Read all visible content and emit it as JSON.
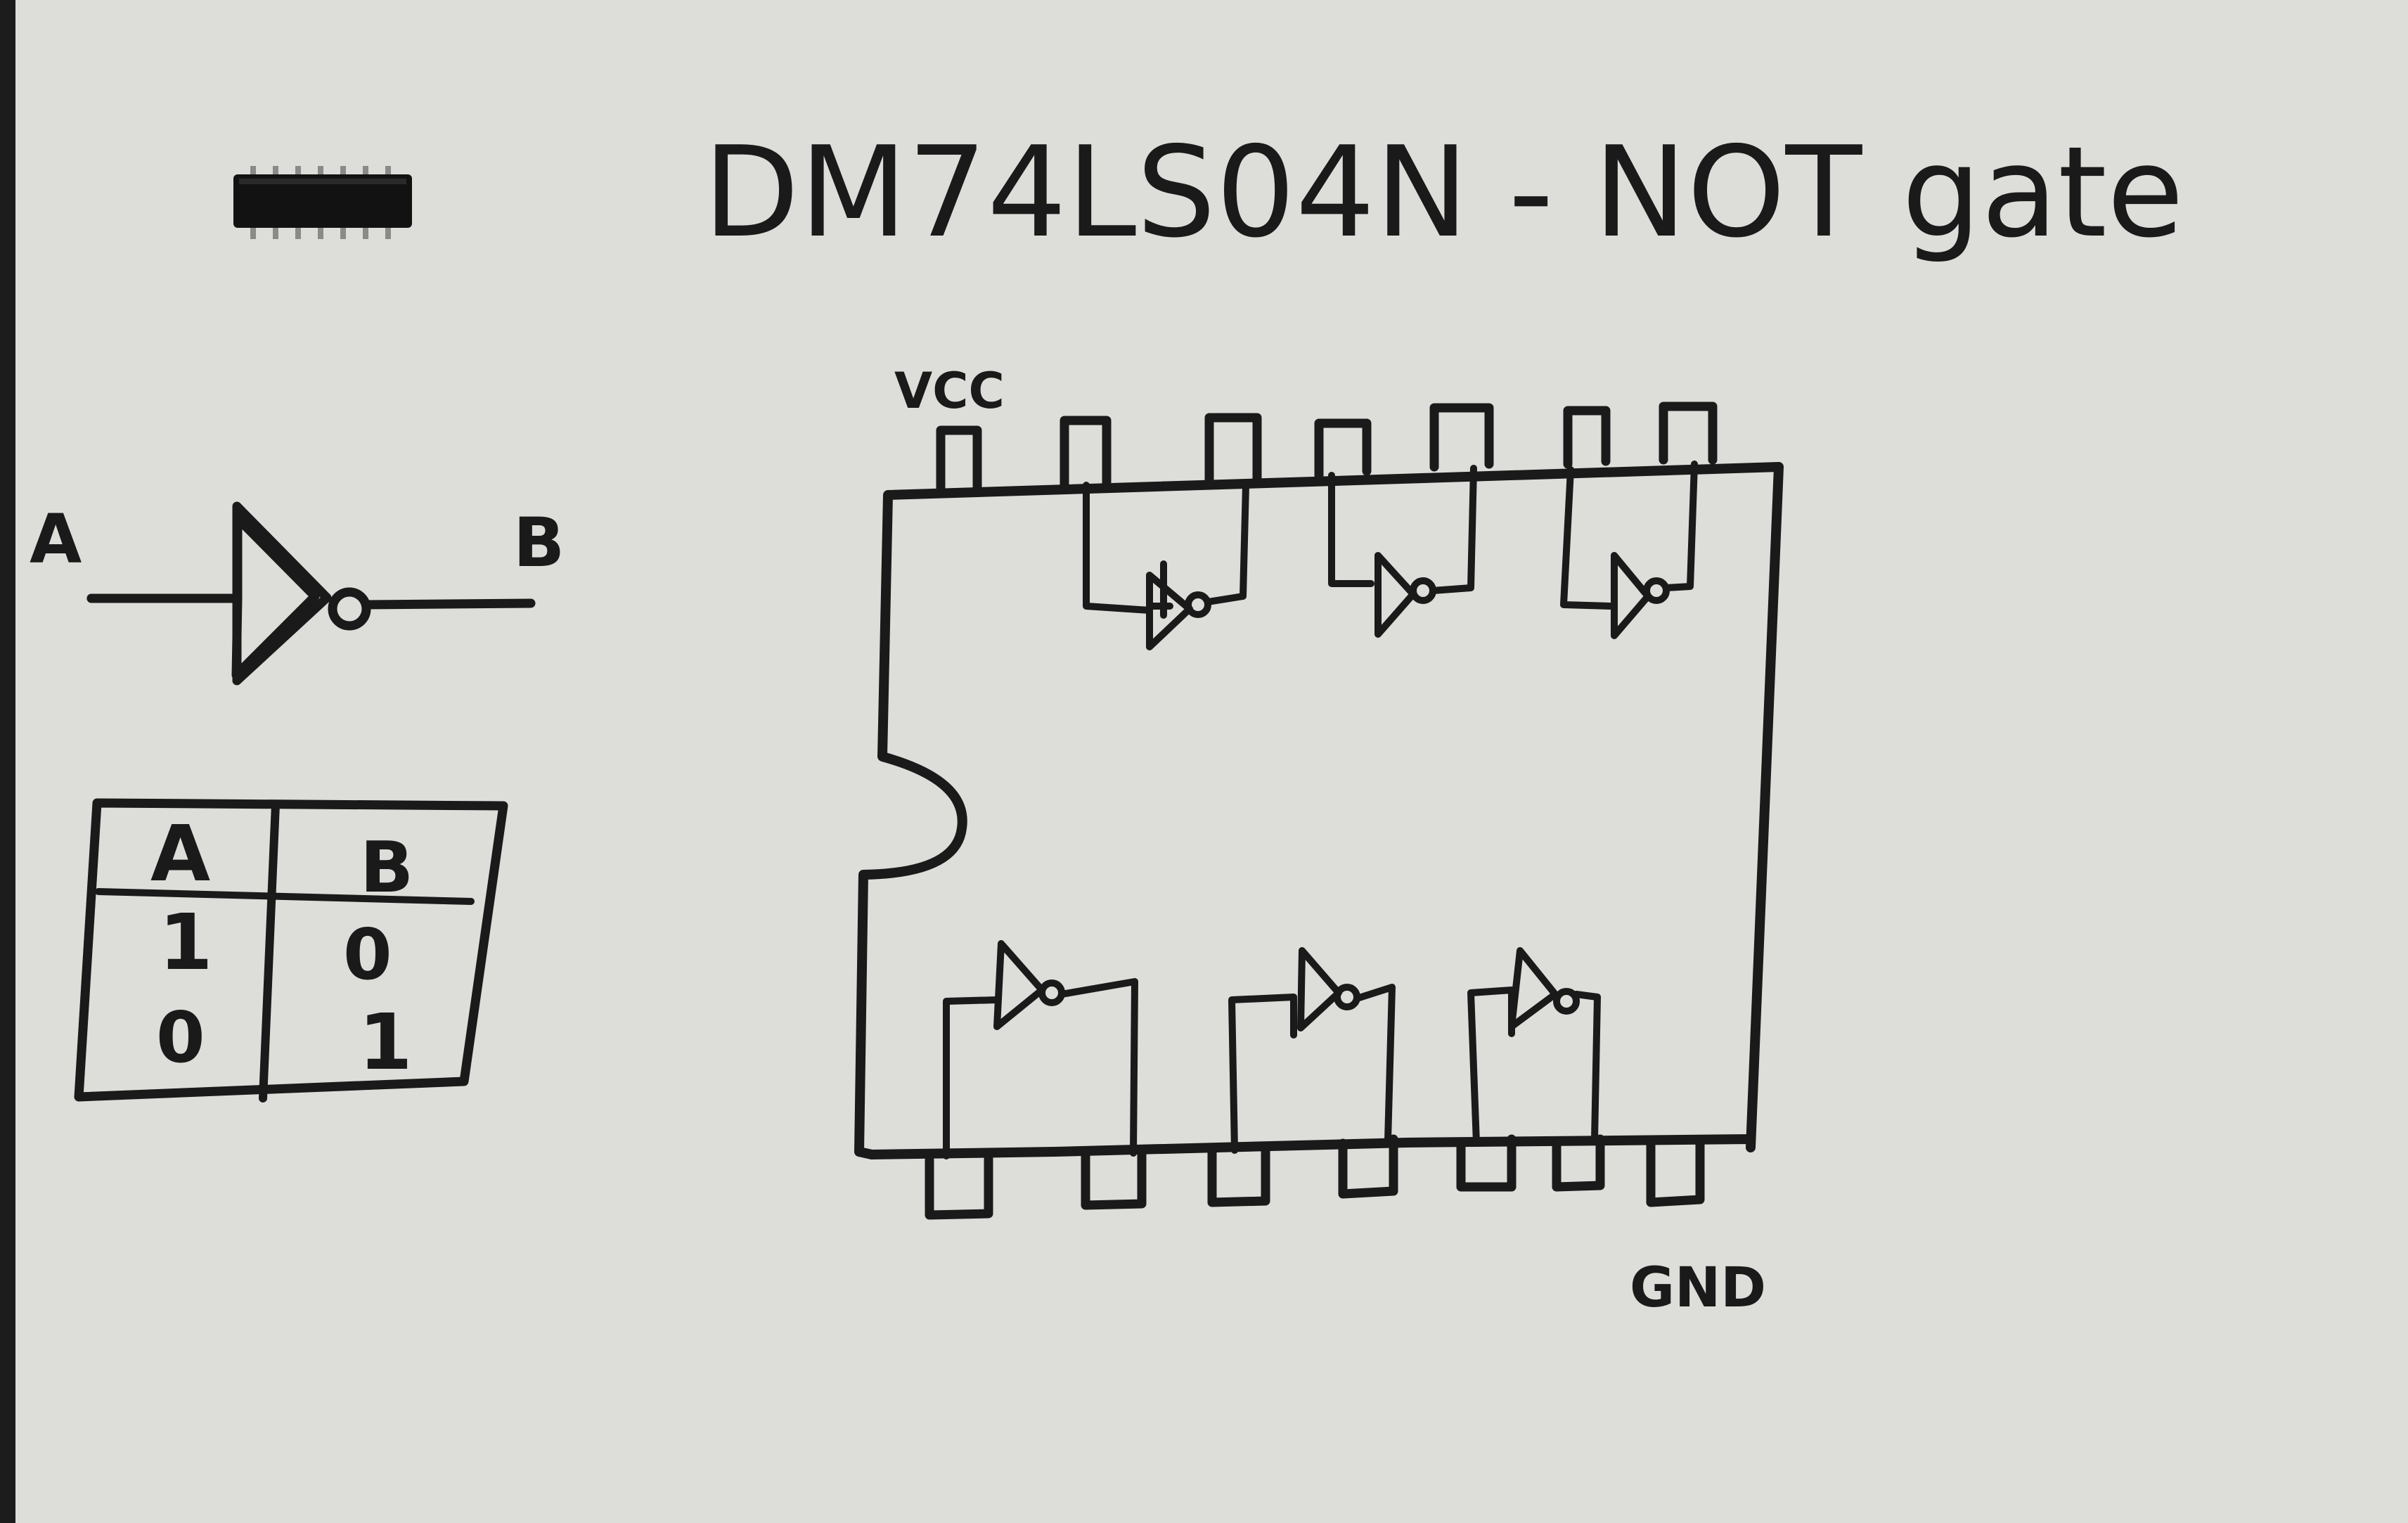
{
  "title": "DM74LS04N - NOT gate",
  "symbol": {
    "input_label": "A",
    "output_label": "B"
  },
  "truth_table": {
    "headers": [
      "A",
      "B"
    ],
    "rows": [
      [
        "1",
        "0"
      ],
      [
        "0",
        "1"
      ]
    ]
  },
  "pinout": {
    "vcc_label": "VCC",
    "gnd_label": "GND",
    "pins_per_side": 7,
    "inverter_count": 6
  },
  "colors": {
    "paper": "#ddddd9",
    "ink": "#1a1a1a",
    "chip_body": "#121212",
    "chip_pin": "#8a8a88"
  }
}
